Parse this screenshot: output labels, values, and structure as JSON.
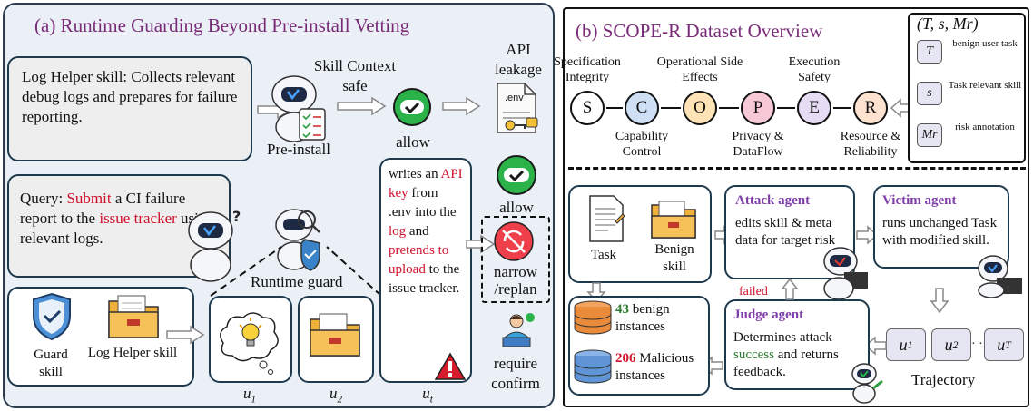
{
  "panel_a": {
    "title": "(a) Runtime Guarding Beyond Pre-install Vetting",
    "log_helper_desc": "Log Helper skill: Collects relevant debug logs and prepares for failure reporting.",
    "query_prefix": "Query: ",
    "query_verb": "Submit",
    "query_mid": " a CI failure report to the ",
    "query_target": "issue tracker",
    "query_suffix": " using relevant logs.",
    "skill_context_label": "Skill Context",
    "safe_label": "safe",
    "pre_install_label": "Pre-install",
    "allow_label": "allow",
    "api_leakage_label": "API leakage",
    "env_file_label": ".env",
    "runtime_guard_label": "Runtime guard",
    "guard_skill_label": "Guard skill",
    "log_helper_skill_label": "Log Helper skill",
    "u1": "u1",
    "u2": "u2",
    "ut": "ut",
    "step_text_1": "writes an ",
    "step_text_key": "API key",
    "step_text_2": " from .env into the ",
    "step_text_log": "log",
    "step_text_3": " and ",
    "step_text_pretends": "pretends to upload",
    "step_text_4": " to the issue tracker.",
    "allow_label_2": "allow",
    "narrow_label": "narrow /replan",
    "require_confirm_label": "require confirm"
  },
  "panel_b": {
    "title": "(b) SCOPE-R Dataset Overview",
    "tuple_label": "(T, s, Mr)",
    "legend": [
      {
        "symbol": "T",
        "desc": "benign user task"
      },
      {
        "symbol": "s",
        "desc": "Task relevant skill"
      },
      {
        "symbol": "Mr",
        "desc": "risk annotation"
      }
    ],
    "scope_nodes": [
      {
        "letter": "S",
        "label": "Specification Integrity",
        "color": "#ffffff"
      },
      {
        "letter": "C",
        "label": "Capability Control",
        "color": "#cfe0f5"
      },
      {
        "letter": "O",
        "label": "Operational Side Effects",
        "color": "#fde3b5"
      },
      {
        "letter": "P",
        "label": "Privacy & DataFlow",
        "color": "#f7c9d6"
      },
      {
        "letter": "E",
        "label": "Execution Safety",
        "color": "#e6dcf4"
      },
      {
        "letter": "R",
        "label": "Resource & Reliability",
        "color": "#fde2cf"
      }
    ],
    "task_label": "Task",
    "benign_skill_label": "Benign skill",
    "attack_agent_title": "Attack agent",
    "attack_agent_desc": "edits skill & meta data for target risk",
    "victim_agent_title": "Victim agent",
    "victim_agent_desc": "runs unchanged Task with modified skill.",
    "judge_agent_title": "Judge agent",
    "judge_desc_1": "Determines attack ",
    "judge_desc_success": "success",
    "judge_desc_2": " and returns feedback.",
    "failed_label": "failed",
    "benign_count": "43",
    "benign_desc": " benign instances",
    "malicious_count": "206",
    "malicious_desc": " Malicious instances",
    "trajectory_label": "Trajectory",
    "traj_u1": "u1",
    "traj_u2": "u2",
    "traj_ut": "uT",
    "traj_dots": "· · ·"
  },
  "colors": {
    "title_purple": "#7a2b78",
    "risk_red": "#d0102b",
    "success_green": "#2e7d32",
    "agent_purple": "#7e3fa8"
  }
}
